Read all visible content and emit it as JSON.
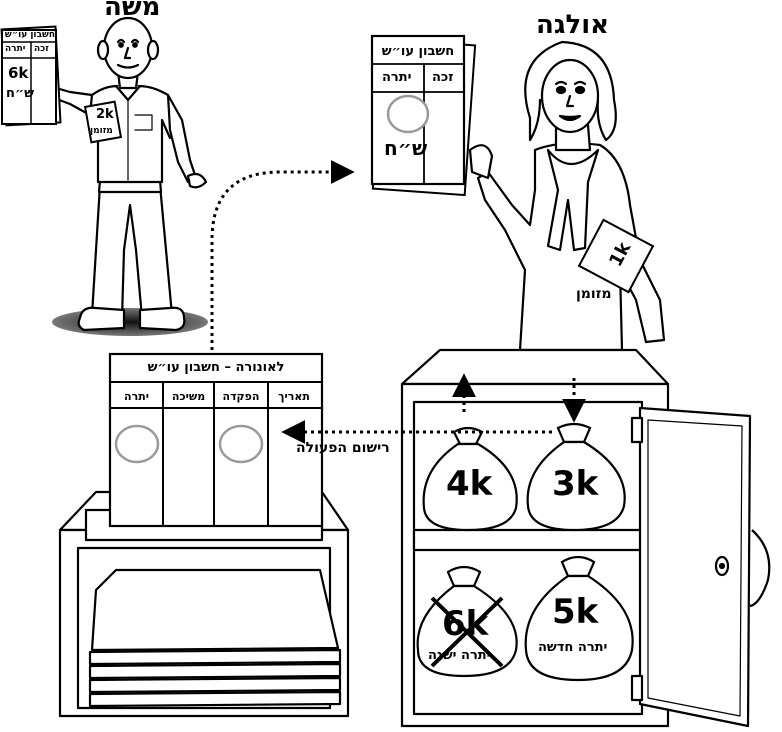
{
  "names": {
    "moshe": "משה",
    "olga": "אולגה"
  },
  "moshe_sheet": {
    "title": "חשבון עו״ש",
    "col_right": "זכה",
    "col_left": "יתרה",
    "value": "6k",
    "currency": "ש״ח"
  },
  "moshe_cash": {
    "label": "מזומן",
    "amount": "2k"
  },
  "olga_sheet": {
    "title": "חשבון עו״ש",
    "col_right": "זכה",
    "col_left": "יתרה",
    "currency": "ש״ח"
  },
  "olga_cash": {
    "label": "מזומן",
    "amount": "1k"
  },
  "ledger": {
    "title": "לאונורה – חשבון עו״ש",
    "columns": [
      "תאריך",
      "הפקדה",
      "משיכה",
      "יתרה"
    ]
  },
  "action_label": "רישום הפעולה",
  "bags": [
    {
      "amount": "4k",
      "sub": ""
    },
    {
      "amount": "3k",
      "sub": ""
    },
    {
      "amount": "6k",
      "sub": "יתרה ישנה",
      "crossed": true
    },
    {
      "amount": "5k",
      "sub": "יתרה חדשה"
    }
  ],
  "colors": {
    "ink": "#000000",
    "circle": "#9a9a9a",
    "shadow": "#3a3a3a"
  }
}
